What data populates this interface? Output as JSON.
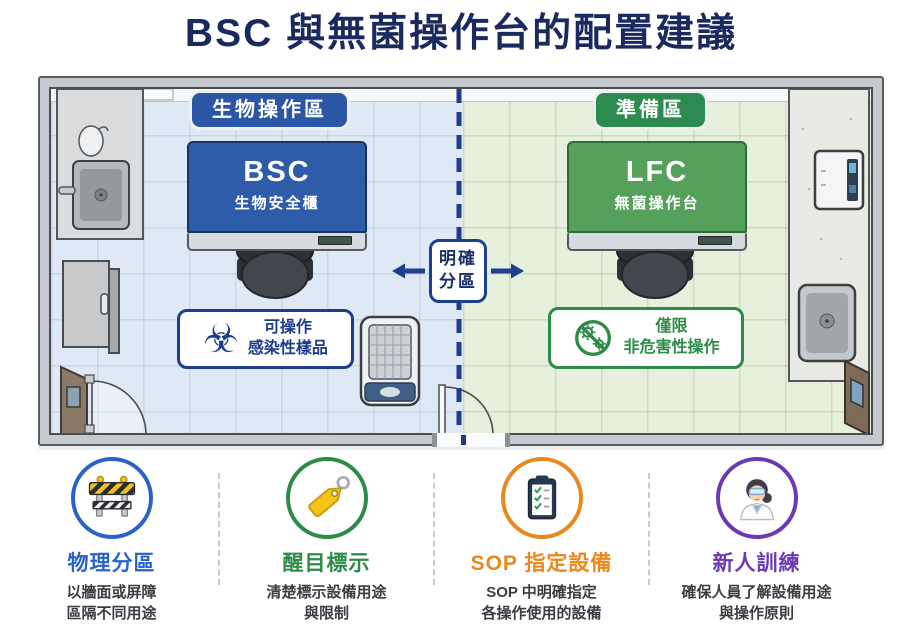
{
  "title": "BSC 與無菌操作台的配置建議",
  "room": {
    "bio_zone": {
      "label": "生物操作區",
      "equipment": {
        "abbr": "BSC",
        "name": "生物安全櫃"
      },
      "badge": {
        "icon": "biohazard-icon",
        "line1": "可操作",
        "line2": "感染性樣品"
      },
      "accent_color": "#2b55a5",
      "floor_color": "#dfe9f5"
    },
    "prep_zone": {
      "label": "準備區",
      "equipment": {
        "abbr": "LFC",
        "name": "無菌操作台"
      },
      "badge": {
        "icon": "no-microbe-icon",
        "line1": "僅限",
        "line2": "非危害性操作"
      },
      "accent_color": "#2e8b4f",
      "floor_color": "#e7efdd"
    },
    "divider_note": {
      "line1": "明確",
      "line2": "分區",
      "arrow_color": "#1e3f8f"
    }
  },
  "recommendations": [
    {
      "icon": "barrier-icon",
      "title": "物理分區",
      "desc_line1": "以牆面或屏障",
      "desc_line2": "區隔不同用途",
      "color": "#2a63c8"
    },
    {
      "icon": "tag-icon",
      "title": "醒目標示",
      "desc_line1": "清楚標示設備用途",
      "desc_line2": "與限制",
      "color": "#2e8b47"
    },
    {
      "icon": "checklist-icon",
      "title": "SOP 指定設備",
      "desc_line1": "SOP 中明確指定",
      "desc_line2": "各操作使用的設備",
      "color": "#e8891f"
    },
    {
      "icon": "trainee-icon",
      "title": "新人訓練",
      "desc_line1": "確保人員了解設備用途",
      "desc_line2": "與操作原則",
      "color": "#6a3ab2"
    }
  ],
  "colors": {
    "title": "#1b2a5e",
    "wall": "#c6c9cd",
    "divider": "#1d3c8e"
  }
}
